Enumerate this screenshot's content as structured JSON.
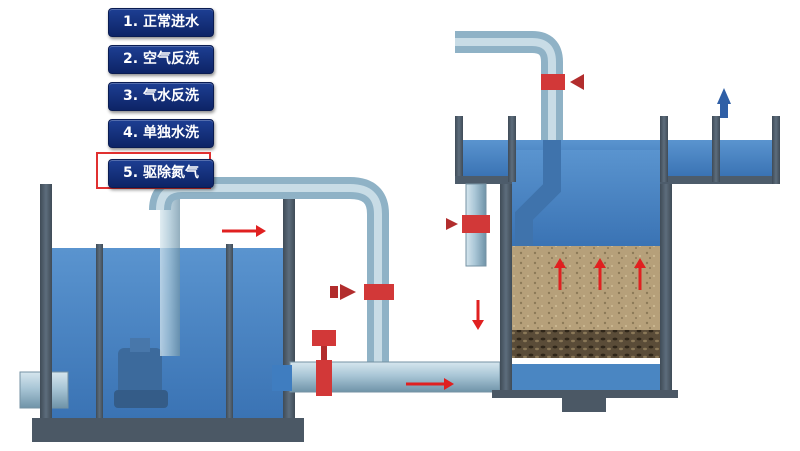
{
  "steps": [
    {
      "label": "1. 正常进水"
    },
    {
      "label": "2. 空气反洗"
    },
    {
      "label": "3. 气水反洗"
    },
    {
      "label": "4. 单独水洗"
    },
    {
      "label": "5. 驱除氮气"
    }
  ],
  "active_step": 5,
  "colors": {
    "water": "#3f7dc0",
    "pipe": "#aac8d8",
    "valve": "#d23838",
    "flow_arrow": "#e02020",
    "tank_wall": "#4d5c6b",
    "step_button": "#122d78",
    "highlight": "#e03030",
    "filter_sand": "#b8a27a",
    "filter_gravel": "#4e4230"
  },
  "icons": [
    "pump-icon",
    "valve-icon",
    "flow-arrow-icon",
    "vent-icon"
  ]
}
